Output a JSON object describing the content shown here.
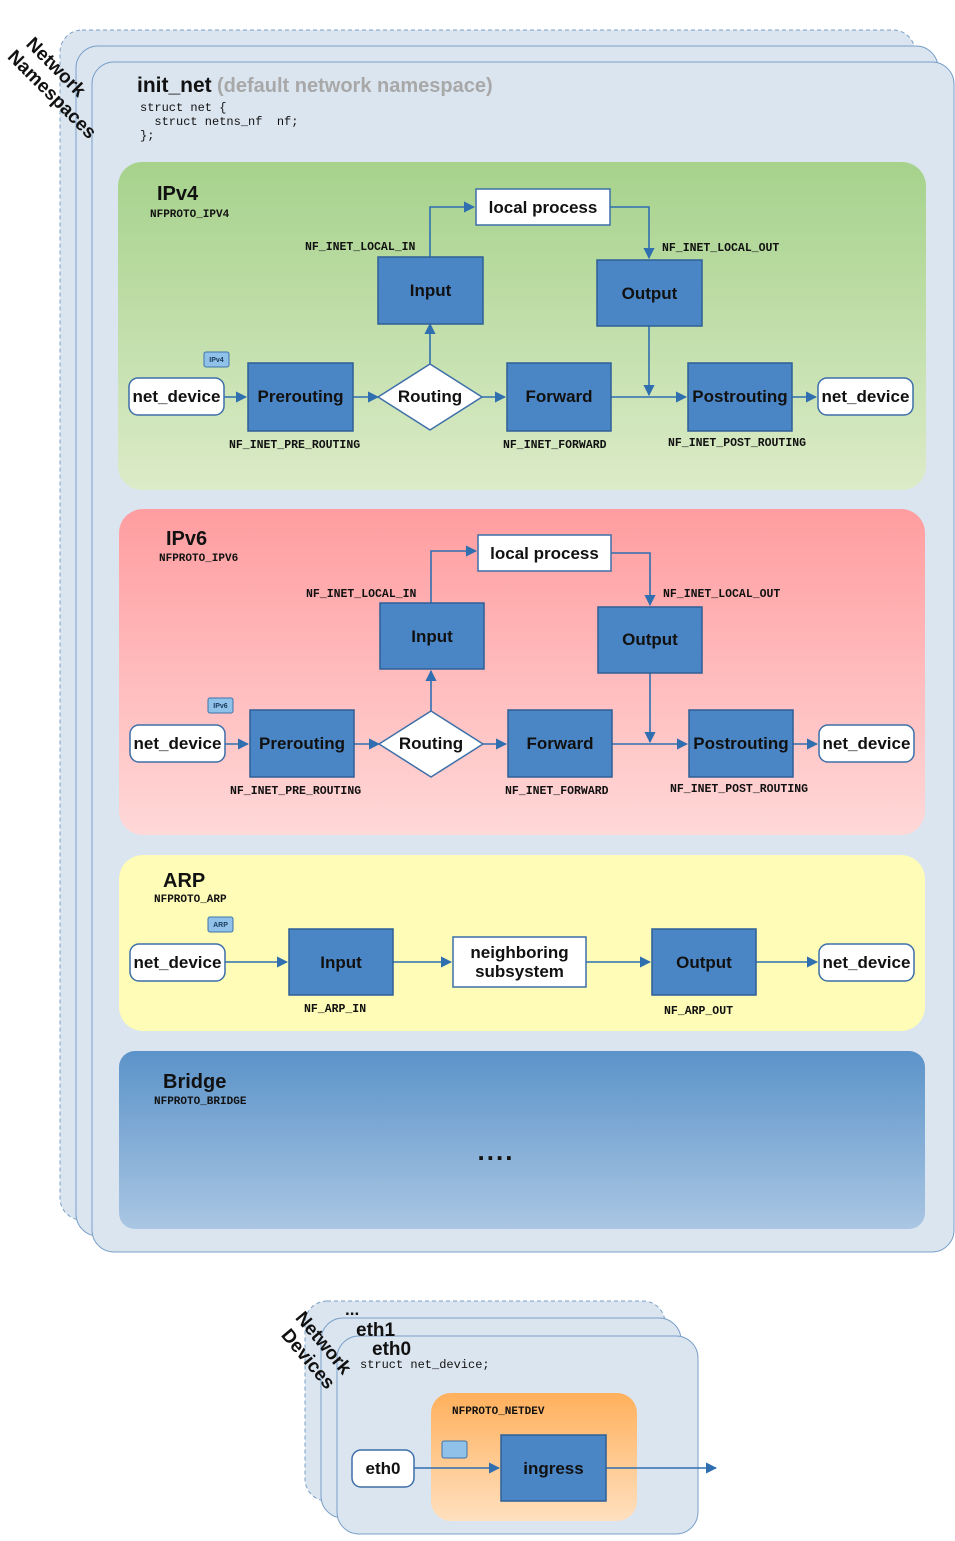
{
  "namespaces_label": [
    "Network",
    "Namespaces"
  ],
  "init_net": {
    "title": "init_net",
    "subtitle": "(default network namespace)",
    "code": [
      "struct net {",
      "  struct netns_nf  nf;",
      "};"
    ]
  },
  "ipv4": {
    "title": "IPv4",
    "proto": "NFPROTO_IPV4",
    "badge": "IPv4",
    "net_device_in": "net_device",
    "prerouting": "Prerouting",
    "routing": "Routing",
    "forward": "Forward",
    "postrouting": "Postrouting",
    "net_device_out": "net_device",
    "input": "Input",
    "output": "Output",
    "local_process": "local process",
    "hook_local_in": "NF_INET_LOCAL_IN",
    "hook_local_out": "NF_INET_LOCAL_OUT",
    "hook_pre_routing": "NF_INET_PRE_ROUTING",
    "hook_forward": "NF_INET_FORWARD",
    "hook_post_routing": "NF_INET_POST_ROUTING"
  },
  "ipv6": {
    "title": "IPv6",
    "proto": "NFPROTO_IPV6",
    "badge": "IPv6",
    "net_device_in": "net_device",
    "prerouting": "Prerouting",
    "routing": "Routing",
    "forward": "Forward",
    "postrouting": "Postrouting",
    "net_device_out": "net_device",
    "input": "Input",
    "output": "Output",
    "local_process": "local process",
    "hook_local_in": "NF_INET_LOCAL_IN",
    "hook_local_out": "NF_INET_LOCAL_OUT",
    "hook_pre_routing": "NF_INET_PRE_ROUTING",
    "hook_forward": "NF_INET_FORWARD",
    "hook_post_routing": "NF_INET_POST_ROUTING"
  },
  "arp": {
    "title": "ARP",
    "proto": "NFPROTO_ARP",
    "badge": "ARP",
    "net_device_in": "net_device",
    "input": "Input",
    "neighboring": [
      "neighboring",
      "subsystem"
    ],
    "output": "Output",
    "net_device_out": "net_device",
    "hook_in": "NF_ARP_IN",
    "hook_out": "NF_ARP_OUT"
  },
  "bridge": {
    "title": "Bridge",
    "proto": "NFPROTO_BRIDGE",
    "ellipsis": "...."
  },
  "devices": {
    "label": [
      "Network",
      "Devices"
    ],
    "more": "...",
    "eth1": "eth1",
    "eth0_title": "eth0",
    "code": "struct net_device;",
    "proto": "NFPROTO_NETDEV",
    "eth0_box": "eth0",
    "ingress": "ingress"
  },
  "colors": {
    "ns_bg": "#dbe5ef",
    "ipv4_top": "#a6d28c",
    "ipv4_bottom": "#dcebc8",
    "ipv6_top": "#ff9da0",
    "ipv6_bottom": "#ffd8d8",
    "arp_bg": "#fefcb6",
    "bridge_top": "#5b93c9",
    "bridge_bottom": "#aac6e3",
    "netdev_top": "#ffb05c",
    "netdev_bottom": "#ffe0bf",
    "block": "#4a86c5",
    "arrow": "#2f6fb0"
  }
}
